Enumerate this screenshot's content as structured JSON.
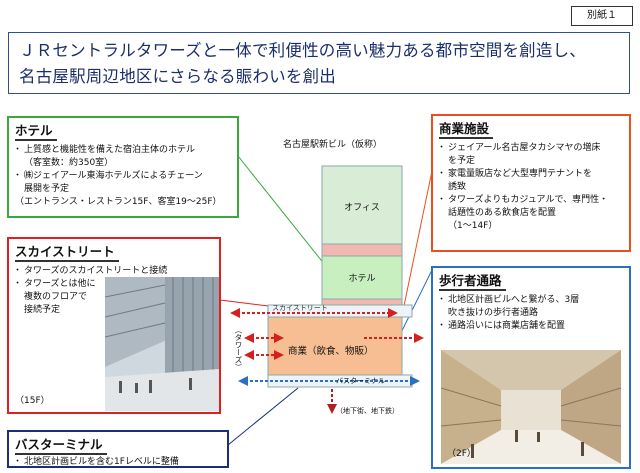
{
  "doc_tag": "別紙１",
  "headline": {
    "line1": "ＪＲセントラルタワーズと一体で利便性の高い魅力ある都市空間を創造し、",
    "line2": "名古屋駅周辺地区にさらなる賑わいを創出"
  },
  "hotel": {
    "title": "ホテル",
    "items": [
      "上質感と機能性を備えた宿泊主体のホテル",
      "（客室数：約350室）",
      "㈱ジェイアール東海ホテルズによるチェーン",
      "展開を予定",
      "（エントランス・レストラン15F、客室19～25F）"
    ]
  },
  "commercial": {
    "title": "商業施設",
    "items": [
      "ジェイアール名古屋タカシマヤの増床",
      "を予定",
      "家電量販店など大型専門テナントを",
      "誘致",
      "タワーズよりもカジュアルで、専門性・",
      "話題性のある飲食店を配置",
      "（1～14F）"
    ]
  },
  "skystreet": {
    "title": "スカイストリート",
    "items": [
      "タワーズのスカイストリートと接続",
      "タワーズとは他に",
      "複数のフロアで",
      "接続予定"
    ],
    "floor": "（15F）"
  },
  "walkway": {
    "title": "歩行者通路",
    "items": [
      "北地区計画ビルへと繋がる、3層",
      "吹き抜けの歩行者通路",
      "通路沿いには商業店舗を配置"
    ],
    "floor": "（2F）"
  },
  "busterminal": {
    "title": "バスターミナル",
    "items": [
      "北地区計画ビルを含む1Fレベルに整備"
    ]
  },
  "diagram": {
    "building_label": "名古屋駅新ビル（仮称）",
    "office": "オフィス",
    "hotel": "ホテル",
    "commercial": "商業（飲食、物販）",
    "skystreet": "スカイストリート",
    "towers": "（タワーズ）",
    "bus": "バスターミナル",
    "underground": "（地下街、地下鉄）"
  },
  "colors": {
    "hotel_border": "#3aa83a",
    "commercial_border": "#e8501e",
    "skystreet_border": "#e02020",
    "walkway_border": "#2a6fc0",
    "bus_border": "#1a2f7a",
    "office_fill": "#d9ecd6",
    "hotel_fill": "#c8efc0",
    "band_pink": "#f0b8b0",
    "commercial_fill": "#f6be92"
  }
}
